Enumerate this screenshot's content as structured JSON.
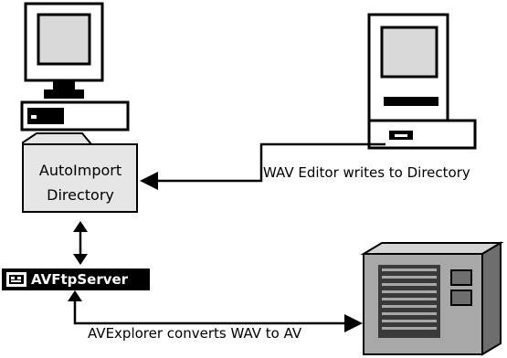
{
  "diagram": {
    "folder": {
      "line1": "AutoImport",
      "line2": "Directory"
    },
    "editor_label": "WAV Editor writes to Directory",
    "server_label": "AVFtpServer",
    "converter_label": "AVExplorer converts WAV to AV"
  },
  "colors": {
    "stroke": "#000000",
    "monitor_frame": "#ffffff",
    "screen": "#d9d9d9",
    "folder_fill": "#e6e6e6",
    "server_bg": "#000000",
    "server_text": "#ffffff",
    "device_front": "#a8a8a8",
    "device_side": "#6e6e6e",
    "device_top": "#d4d4d4"
  },
  "icons": {
    "left_computer": "desktop-computer-icon",
    "right_computer": "desktop-computer-icon",
    "folder": "folder-icon",
    "server_logo": "server-logo-icon",
    "device": "av-hardware-device-icon"
  }
}
